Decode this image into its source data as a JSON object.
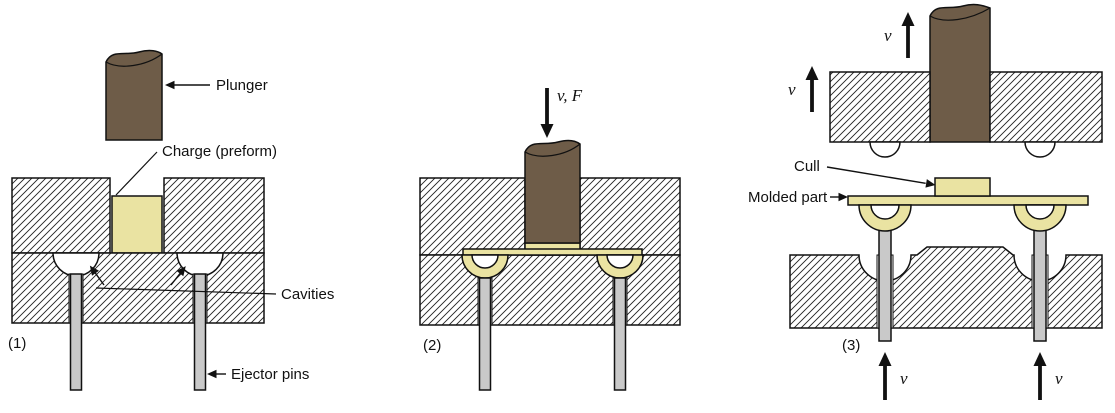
{
  "figure": {
    "panels": [
      {
        "number": "(1)",
        "labels": {
          "plunger": "Plunger",
          "charge": "Charge (preform)",
          "cavities": "Cavities",
          "ejector_pins": "Ejector pins"
        }
      },
      {
        "number": "(2)",
        "labels": {
          "velocity_force": "v, F"
        }
      },
      {
        "number": "(3)",
        "labels": {
          "cull": "Cull",
          "molded_part": "Molded part",
          "velocity": "v"
        }
      }
    ],
    "colors": {
      "background": "#ffffff",
      "plunger": "#6e5c48",
      "charge": "#eae3a2",
      "pin": "#c9c9c9",
      "outline": "#111111",
      "hatch_line": "#222222"
    }
  }
}
